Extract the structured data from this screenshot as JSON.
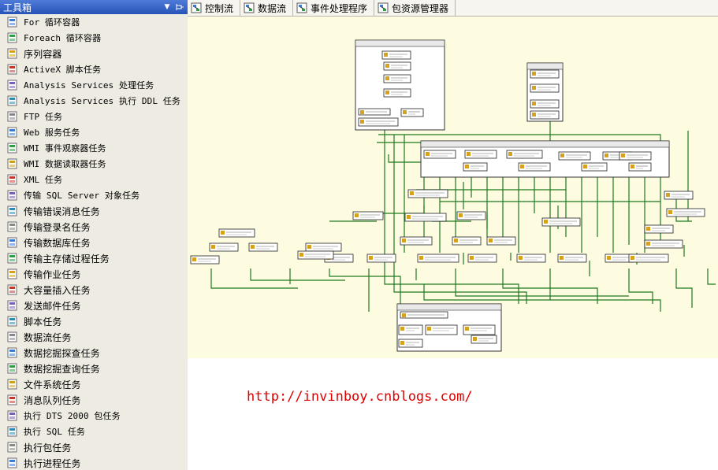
{
  "toolbox": {
    "title": "工具箱",
    "items": [
      {
        "label": "For 循环容器",
        "icon": "for-loop-icon",
        "mono": true
      },
      {
        "label": "Foreach 循环容器",
        "icon": "foreach-loop-icon",
        "mono": true
      },
      {
        "label": "序列容器",
        "icon": "sequence-container-icon",
        "mono": false
      },
      {
        "label": "ActiveX 脚本任务",
        "icon": "activex-script-icon",
        "mono": true
      },
      {
        "label": "Analysis Services 处理任务",
        "icon": "analysis-processing-icon",
        "mono": true
      },
      {
        "label": "Analysis Services 执行 DDL 任务",
        "icon": "analysis-ddl-icon",
        "mono": true
      },
      {
        "label": "FTP 任务",
        "icon": "ftp-icon",
        "mono": true
      },
      {
        "label": "Web 服务任务",
        "icon": "web-service-icon",
        "mono": true
      },
      {
        "label": "WMI 事件观察器任务",
        "icon": "wmi-event-icon",
        "mono": true
      },
      {
        "label": "WMI 数据读取器任务",
        "icon": "wmi-reader-icon",
        "mono": true
      },
      {
        "label": "XML 任务",
        "icon": "xml-icon",
        "mono": true
      },
      {
        "label": "传输 SQL Server 对象任务",
        "icon": "transfer-objects-icon",
        "mono": true
      },
      {
        "label": "传输错误消息任务",
        "icon": "transfer-errors-icon",
        "mono": false
      },
      {
        "label": "传输登录名任务",
        "icon": "transfer-logins-icon",
        "mono": false
      },
      {
        "label": "传输数据库任务",
        "icon": "transfer-database-icon",
        "mono": false
      },
      {
        "label": "传输主存储过程任务",
        "icon": "transfer-procedures-icon",
        "mono": false
      },
      {
        "label": "传输作业任务",
        "icon": "transfer-jobs-icon",
        "mono": false
      },
      {
        "label": "大容量插入任务",
        "icon": "bulk-insert-icon",
        "mono": false
      },
      {
        "label": "发送邮件任务",
        "icon": "send-mail-icon",
        "mono": false
      },
      {
        "label": "脚本任务",
        "icon": "script-icon",
        "mono": false
      },
      {
        "label": "数据流任务",
        "icon": "data-flow-icon",
        "mono": false
      },
      {
        "label": "数据挖掘探查任务",
        "icon": "data-profiling-icon",
        "mono": false
      },
      {
        "label": "数据挖掘查询任务",
        "icon": "data-mining-query-icon",
        "mono": false
      },
      {
        "label": "文件系统任务",
        "icon": "file-system-icon",
        "mono": false
      },
      {
        "label": "消息队列任务",
        "icon": "message-queue-icon",
        "mono": false
      },
      {
        "label": "执行 DTS 2000 包任务",
        "icon": "dts-package-icon",
        "mono": true
      },
      {
        "label": "执行 SQL 任务",
        "icon": "execute-sql-icon",
        "mono": true
      },
      {
        "label": "执行包任务",
        "icon": "execute-package-icon",
        "mono": false
      },
      {
        "label": "执行进程任务",
        "icon": "execute-process-icon",
        "mono": false
      }
    ]
  },
  "tabs": [
    {
      "label": "控制流",
      "icon": "control-flow-icon"
    },
    {
      "label": "数据流",
      "icon": "data-flow-tab-icon"
    },
    {
      "label": "事件处理程序",
      "icon": "event-handler-icon"
    },
    {
      "label": "包资源管理器",
      "icon": "package-explorer-icon"
    }
  ],
  "watermark": "http://invinboy.cnblogs.com/",
  "colors": {
    "toolbox_bg": "#eeece2",
    "header_blue": "#2653b8",
    "canvas_bg": "#fdfbe0",
    "connector": "#1e7a1e",
    "watermark": "#e00000"
  }
}
